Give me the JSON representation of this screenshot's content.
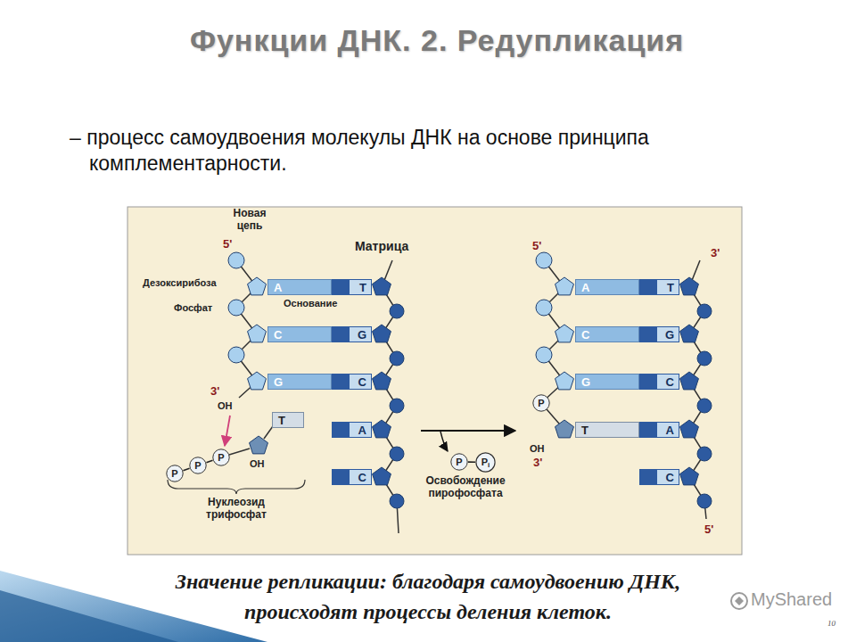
{
  "diagram": {
    "title": "Функции ДНК. 2. Редупликация",
    "caption": "Значение репликации: благодаря самоудвоению ДНК, происходят процессы деления клеток.",
    "nodes": [
      {
        "text": [
          "A"
        ]
      },
      {
        "text": [
          "T"
        ]
      },
      {
        "text": [
          "C"
        ]
      },
      {
        "text": [
          "G"
        ]
      },
      {
        "text": [
          "G"
        ]
      },
      {
        "text": [
          "C"
        ]
      },
      {
        "text": [
          "P"
        ]
      },
      {
        "text": [
          "P"
        ]
      },
      {
        "text": [
          "P"
        ]
      },
      {
        "text": [
          "T"
        ]
      },
      {
        "text": [
          "A"
        ]
      },
      {
        "text": [
          "C"
        ]
      },
      {
        "text": [
          "P"
        ]
      },
      {
        "text": [
          "P",
          "i"
        ]
      },
      {
        "text": [
          "A"
        ]
      },
      {
        "text": [
          "T"
        ]
      },
      {
        "text": [
          "C"
        ]
      },
      {
        "text": [
          "G"
        ]
      },
      {
        "text": [
          "G"
        ]
      },
      {
        "text": [
          "C"
        ]
      },
      {
        "text": [
          "P"
        ]
      },
      {
        "text": [
          "T"
        ]
      },
      {
        "text": [
          "A"
        ]
      },
      {
        "text": [
          "C"
        ]
      }
    ],
    "edges": [
      {
        "from": 6,
        "to": 7,
        "arrow": "none"
      },
      {
        "from": 7,
        "to": 8,
        "arrow": "none"
      },
      {
        "from": 12,
        "to": 13,
        "arrow": "none"
      }
    ],
    "labels": [
      "– процесс самоудвоения молекулы ДНК на основе принципа комплементарности.",
      "Новая цепь",
      "5'",
      "Дезоксирибоза",
      "Фосфат",
      "Основание",
      "Матрица",
      "3'",
      "OH",
      "OH",
      "Нуклеозид трифосфат",
      "Освобождение пирофосфата",
      "5'",
      "3'",
      "OH",
      "3'",
      "5'",
      "MyShared",
      "10"
    ]
  }
}
